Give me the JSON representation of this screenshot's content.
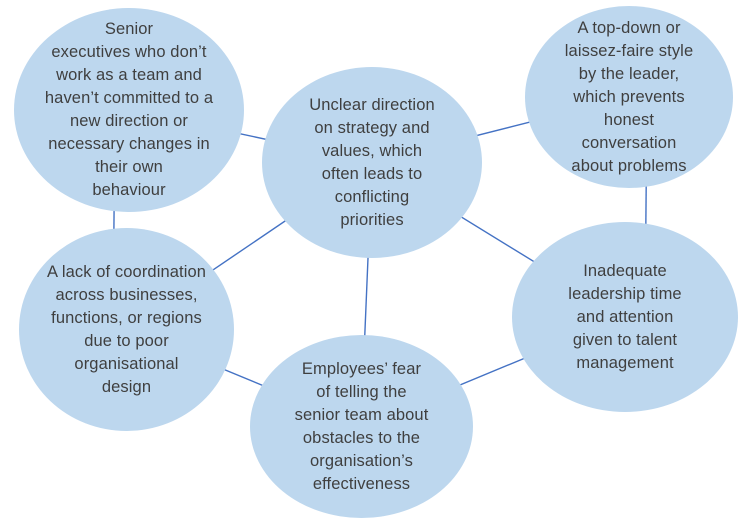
{
  "diagram": {
    "type": "bubble-relationship-diagram",
    "colors": {
      "node_fill": "#bdd7ee",
      "connector": "#4472c4",
      "text": "#3f3f3f",
      "background": "#ffffff"
    },
    "nodes": [
      {
        "id": "senior-executives",
        "text": "Senior\nexecutives who don’t\nwork as a team and\nhaven’t committed to a\nnew direction or\nnecessary changes in\ntheir own\nbehaviour"
      },
      {
        "id": "unclear-direction",
        "text": "Unclear direction\non strategy and\nvalues, which\noften leads to\nconflicting\npriorities"
      },
      {
        "id": "top-down-style",
        "text": "A top-down or\nlaissez-faire style\nby the leader,\nwhich prevents\nhonest\nconversation\nabout problems"
      },
      {
        "id": "lack-of-coordination",
        "text": "A lack of coordination\nacross businesses,\nfunctions, or regions\ndue to poor\norganisational\ndesign"
      },
      {
        "id": "inadequate-leadership-time",
        "text": "Inadequate\nleadership time\nand attention\ngiven to talent\nmanagement"
      },
      {
        "id": "employees-fear",
        "text": "Employees’ fear\nof telling the\nsenior team about\nobstacles to the\norganisation’s\neffectiveness"
      }
    ],
    "connections": [
      [
        "senior-executives",
        "unclear-direction"
      ],
      [
        "unclear-direction",
        "top-down-style"
      ],
      [
        "unclear-direction",
        "lack-of-coordination"
      ],
      [
        "unclear-direction",
        "inadequate-leadership-time"
      ],
      [
        "unclear-direction",
        "employees-fear"
      ],
      [
        "senior-executives",
        "lack-of-coordination"
      ],
      [
        "top-down-style",
        "inadequate-leadership-time"
      ],
      [
        "lack-of-coordination",
        "employees-fear"
      ],
      [
        "inadequate-leadership-time",
        "employees-fear"
      ]
    ]
  }
}
